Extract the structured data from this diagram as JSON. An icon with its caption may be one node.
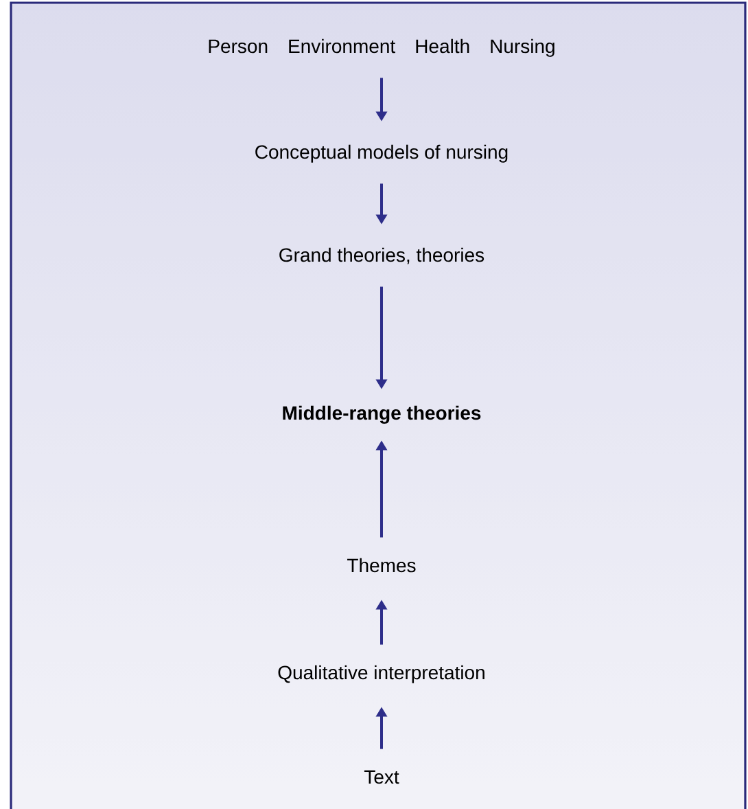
{
  "diagram": {
    "nodes": [
      {
        "text": [
          "Person",
          "Environment",
          "Health",
          "Nursing"
        ]
      },
      {
        "text": [
          "Conceptual models of nursing"
        ]
      },
      {
        "text": [
          "Grand theories, theories"
        ]
      },
      {
        "text": [
          "**Middle-range theories**"
        ]
      },
      {
        "text": [
          "Themes"
        ]
      },
      {
        "text": [
          "Qualitative interpretation"
        ]
      },
      {
        "text": [
          "Text"
        ]
      }
    ],
    "edges": [
      {
        "from": 0,
        "to": 1,
        "arrow": "to"
      },
      {
        "from": 1,
        "to": 2,
        "arrow": "to"
      },
      {
        "from": 2,
        "to": 3,
        "arrow": "to"
      },
      {
        "from": 4,
        "to": 3,
        "arrow": "to"
      },
      {
        "from": 5,
        "to": 4,
        "arrow": "to"
      },
      {
        "from": 6,
        "to": 5,
        "arrow": "to"
      }
    ]
  }
}
